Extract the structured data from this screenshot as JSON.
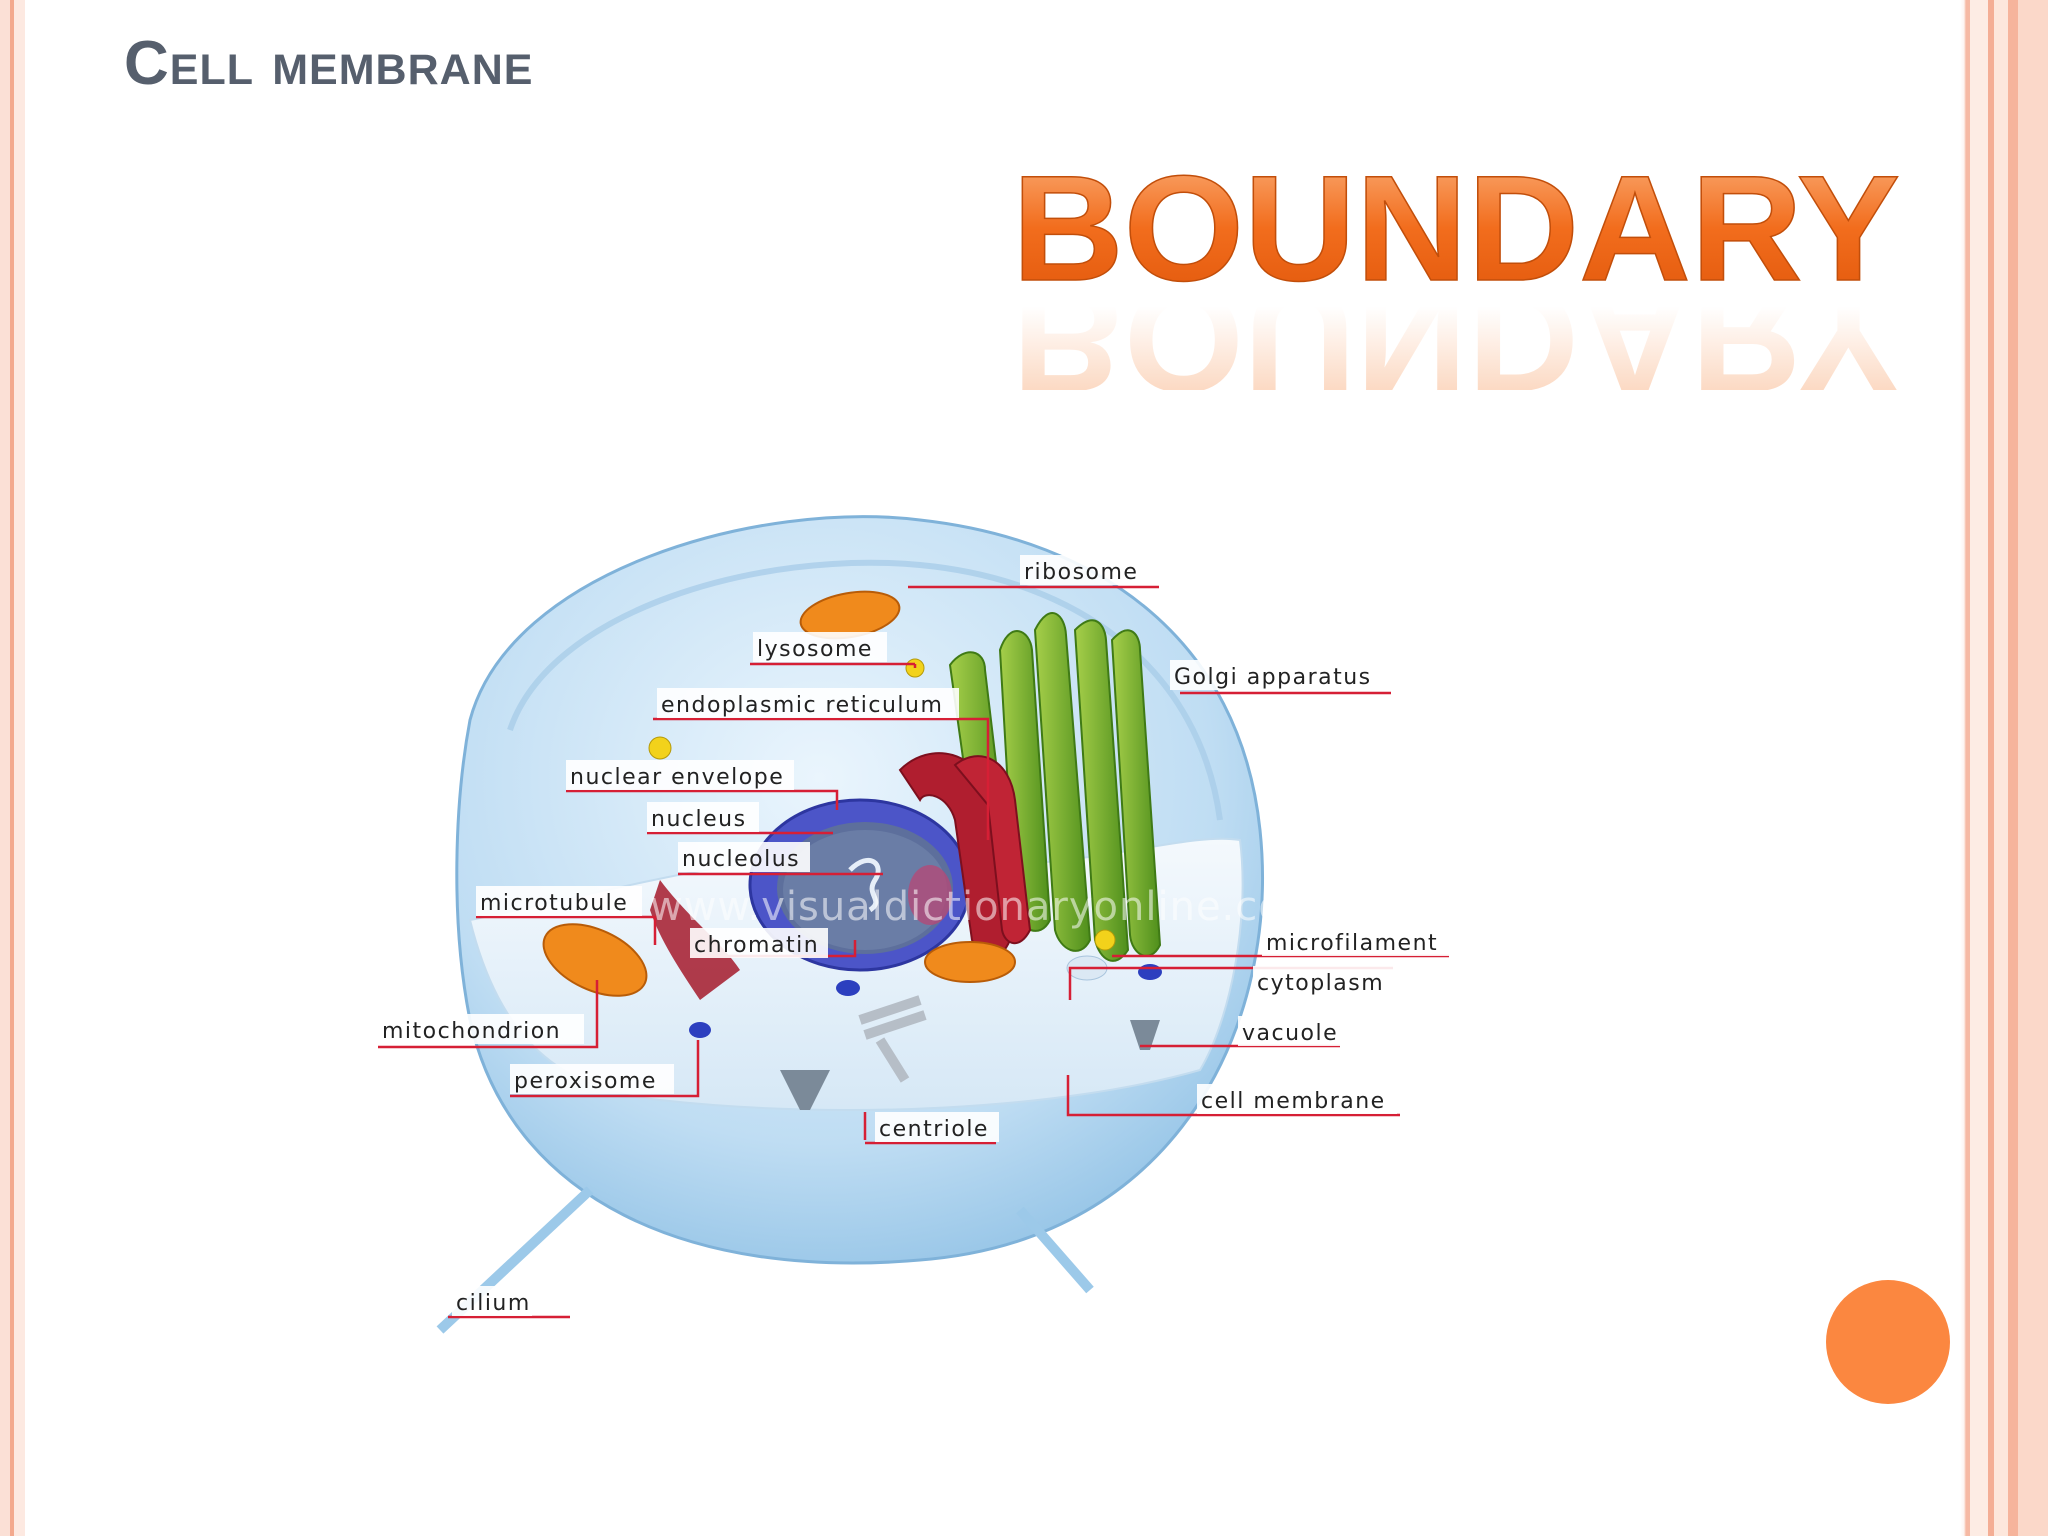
{
  "slide": {
    "title": "Cell membrane",
    "highlight_word": "BOUNDARY",
    "accent_color": "#fb8740"
  },
  "diagram": {
    "watermark": "www.visualdictionaryonline.com",
    "labels": {
      "ribosome": "ribosome",
      "lysosome": "lysosome",
      "golgi": "Golgi apparatus",
      "er": "endoplasmic reticulum",
      "nuclear_envelope": "nuclear envelope",
      "nucleus": "nucleus",
      "nucleolus": "nucleolus",
      "microtubule": "microtubule",
      "chromatin": "chromatin",
      "microfilament": "microfilament",
      "cytoplasm": "cytoplasm",
      "mitochondrion": "mitochondrion",
      "vacuole": "vacuole",
      "peroxisome": "peroxisome",
      "cell_membrane": "cell membrane",
      "centriole": "centriole",
      "cilium": "cilium"
    }
  }
}
